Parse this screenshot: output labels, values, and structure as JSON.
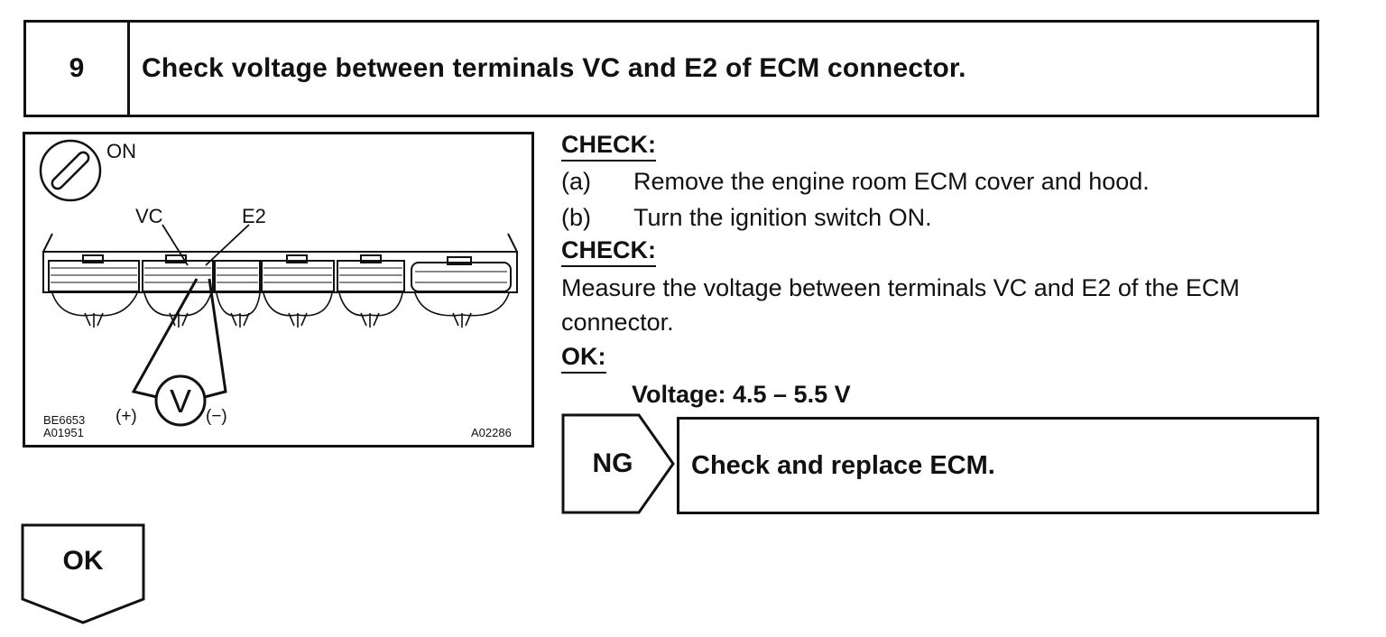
{
  "step": {
    "number": "9",
    "title": "Check voltage between terminals VC and E2 of ECM connector."
  },
  "figure": {
    "ignition_label": "ON",
    "terminal_vc": "VC",
    "terminal_e2": "E2",
    "meter_symbol": "V",
    "plus_label": "(+)",
    "minus_label": "(−)",
    "code_top": "BE6653",
    "code_bottom": "A01951",
    "code_right": "A02286",
    "icons": [
      "ignition-key-icon",
      "ecm-connector-icon",
      "voltmeter-icon"
    ]
  },
  "procedure": {
    "check1_heading": "CHECK:",
    "steps": [
      {
        "letter": "(a)",
        "text": "Remove the engine room ECM cover and hood."
      },
      {
        "letter": "(b)",
        "text": "Turn the ignition switch ON."
      }
    ],
    "check2_heading": "CHECK:",
    "measure_line1": "Measure the voltage between terminals VC and E2 of the ECM",
    "measure_line2": "connector.",
    "ok_heading": "OK:",
    "spec": "Voltage: 4.5 – 5.5 V"
  },
  "ng_result": {
    "label": "NG",
    "action": "Check and replace ECM."
  },
  "ok_result": {
    "label": "OK"
  }
}
